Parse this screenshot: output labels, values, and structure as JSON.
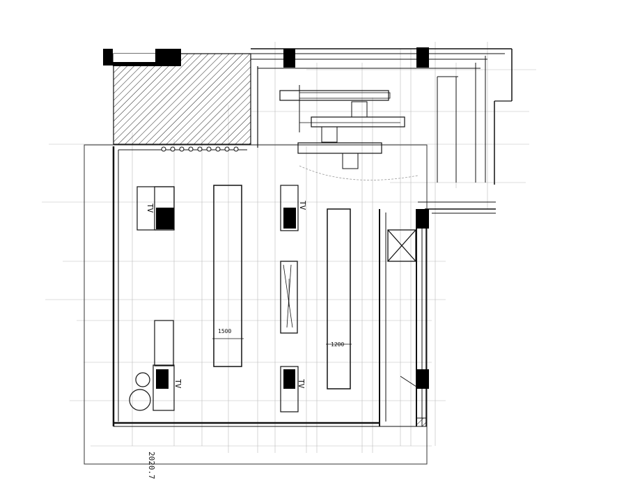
{
  "drawing": {
    "labels": {
      "tv_top_left": "TV",
      "tv_top_center": "TV",
      "tv_bottom_left": "TV",
      "tv_bottom_center": "TV",
      "dim_left_table": "1500",
      "dim_right_table": "1200",
      "bottom_note": "2020.7"
    },
    "colors": {
      "ink": "#111111",
      "paper": "#ffffff",
      "column_fill": "#000000"
    }
  }
}
